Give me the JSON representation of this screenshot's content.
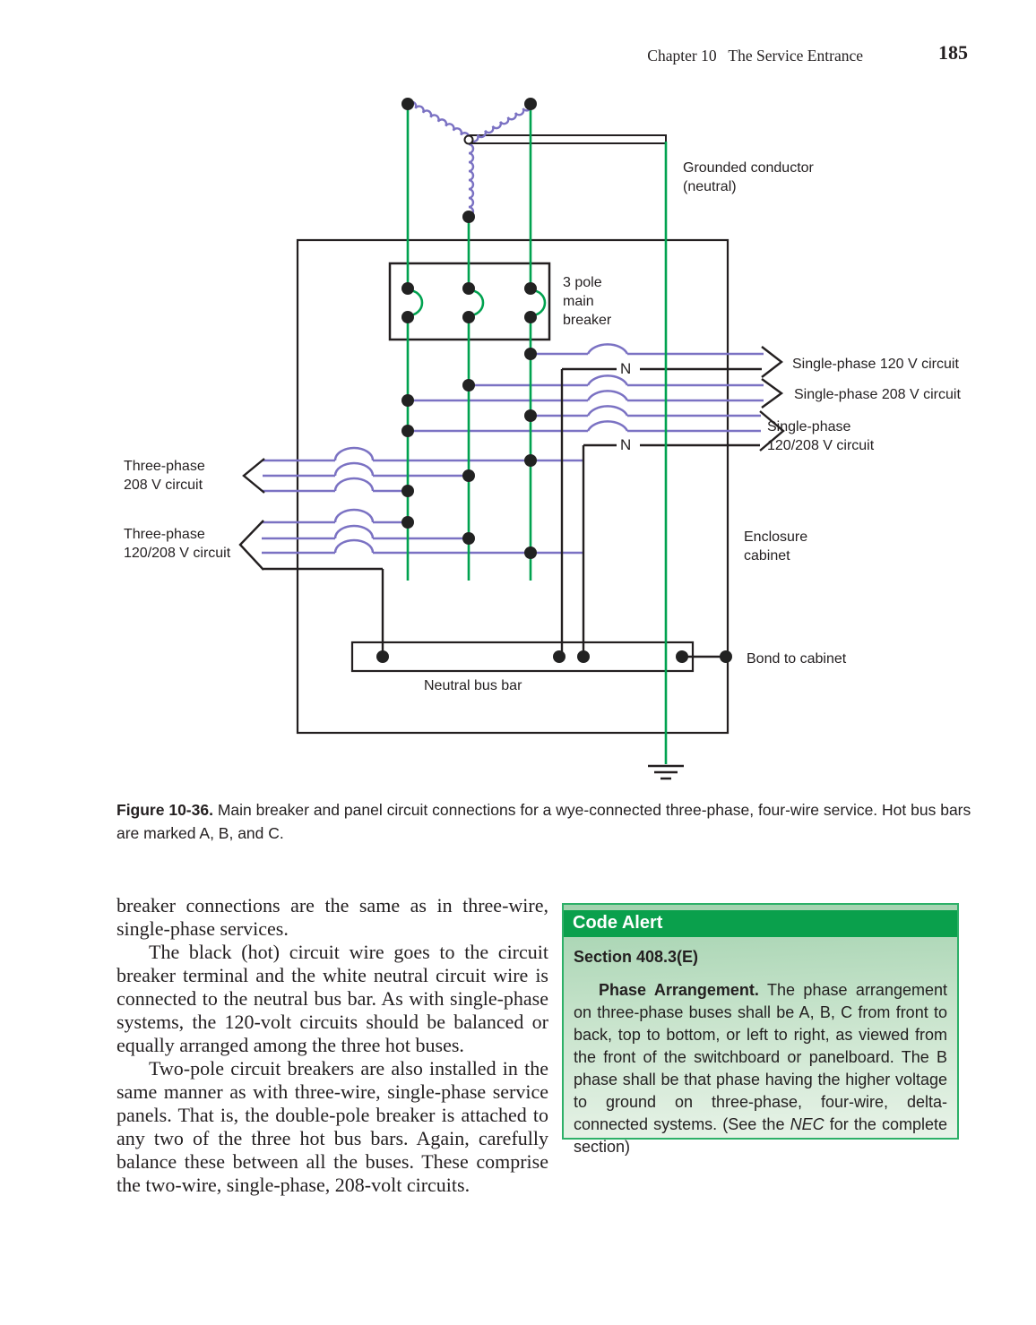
{
  "header": {
    "chapter_title": "Chapter 10   The Service Entrance",
    "page_number": "185"
  },
  "figure": {
    "labels": {
      "grounded_conductor": "Grounded conductor\n(neutral)",
      "main_breaker": "3 pole\nmain\nbreaker",
      "single_phase_120": "Single-phase 120 V circuit",
      "single_phase_208": "Single-phase 208 V circuit",
      "single_phase_120_208": "Single-phase\n120/208 V circuit",
      "three_phase_208": "Three-phase\n208 V circuit",
      "three_phase_120_208": "Three-phase\n120/208 V circuit",
      "enclosure": "Enclosure\ncabinet",
      "bond_to_cabinet": "Bond to cabinet",
      "neutral_bus_bar": "Neutral bus bar",
      "neutral_label_1": "N",
      "neutral_label_2": "N"
    },
    "colors": {
      "phase_wire_green": "#00a24f",
      "circuit_wire_purple": "#7b72c3",
      "line_black": "#231f20"
    }
  },
  "caption": {
    "label": "Figure 10-36.",
    "text": " Main breaker and panel circuit connections for a wye-connected three-phase, four-wire service. Hot bus bars are marked A, B, and C."
  },
  "body": {
    "paragraphs": [
      "breaker connections are the same as in three-wire, single-phase services.",
      "The black (hot) circuit wire goes to the circuit breaker terminal and the white neutral circuit wire is connected to the neutral bus bar. As with single-phase systems, the 120-volt circuits should be balanced or equally arranged among the three hot buses.",
      "Two-pole circuit breakers are also installed in the same manner as with three-wire, single-phase service panels. That is, the double-pole breaker is attached to any two of the three hot bus bars. Again, carefully balance these between all the buses. These comprise the two-wire, single-phase, 208-volt circuits."
    ]
  },
  "code_alert": {
    "title": "Code Alert",
    "section": "Section 408.3(E)",
    "lead": "Phase Arrangement.",
    "text_1": " The phase arrangement on three-phase buses shall be A, B, C from front to back, top to bottom, or left to right, as viewed from the front of the switchboard or panelboard. The B phase shall be that phase having the higher voltage to ground on three-phase, four-wire, delta-connected systems. (See the ",
    "nec": "NEC",
    "text_2": " for the complete section)",
    "colors": {
      "header_green": "#0aa04c",
      "border_green": "#2db068",
      "body_tint_top": "#a2d2ae",
      "body_tint_bottom": "#e8f3e8"
    }
  }
}
